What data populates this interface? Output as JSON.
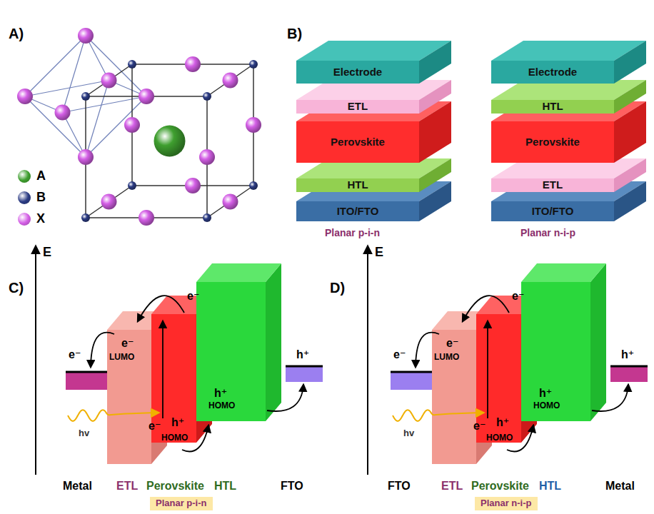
{
  "diagram": {
    "nodes": [
      {
        "text": [
          "Electrode"
        ]
      },
      {
        "text": [
          "ETL"
        ]
      },
      {
        "text": [
          "Perovskite"
        ]
      },
      {
        "text": [
          "HTL"
        ]
      },
      {
        "text": [
          "ITO/FTO"
        ]
      },
      {
        "text": [
          "Electrode"
        ]
      },
      {
        "text": [
          "HTL"
        ]
      },
      {
        "text": [
          "Perovskite"
        ]
      },
      {
        "text": [
          "ETL"
        ]
      },
      {
        "text": [
          "ITO/FTO"
        ]
      }
    ],
    "labels": [
      "A)",
      "B)",
      "Planar p-i-n",
      "Planar n-i-p",
      "C)",
      "E",
      "e⁻",
      "e⁻",
      "LUMO",
      "e⁻",
      "e⁻",
      "h⁺",
      "HOMO",
      "h⁺",
      "HOMO",
      "h⁺",
      "hv",
      "Metal",
      "ETL",
      "Perovskite",
      "HTL",
      "FTO",
      "Planar p-i-n",
      "D)",
      "E",
      "e⁻",
      "e⁻",
      "LUMO",
      "e⁻",
      "e⁻",
      "h⁺",
      "HOMO",
      "h⁺",
      "HOMO",
      "h⁺",
      "hv",
      "FTO",
      "ETL",
      "Perovskite",
      "HTL",
      "Metal",
      "Planar n-i-p"
    ],
    "legend": [
      {
        "text": "A",
        "color": "#3f9f2f"
      },
      {
        "text": "B",
        "color": "#2c3c84"
      },
      {
        "text": "X",
        "color": "#d45fe6"
      }
    ]
  }
}
